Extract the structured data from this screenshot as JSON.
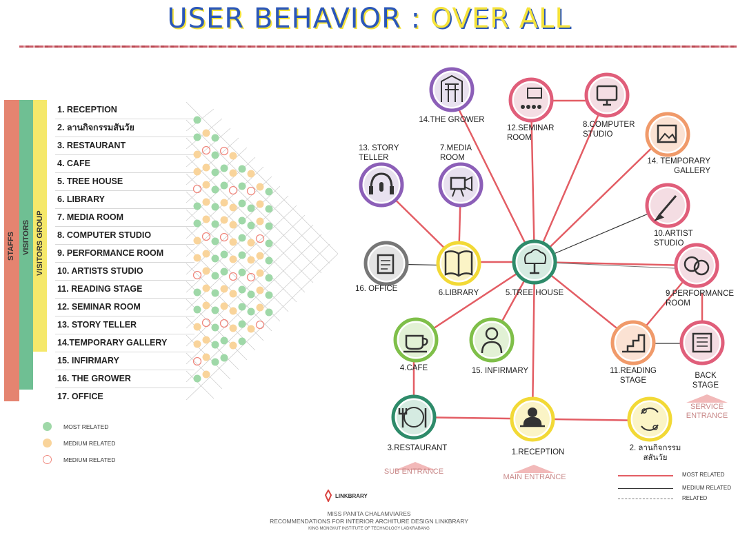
{
  "title": {
    "part1": "USER BEHAVIOR : ",
    "part2": "OVER ALL"
  },
  "groups": {
    "staffs": "STAFFS",
    "visitors": "VISITORS",
    "visitors_group": "VISITORS GROUP"
  },
  "rooms": [
    "1. RECEPTION",
    "2. ลานกิจกรรมสันวัย",
    "3. RESTAURANT",
    "4. CAFE",
    "5. TREE HOUSE",
    "6. LIBRARY",
    "7. MEDIA ROOM",
    "8. COMPUTER STUDIO",
    "9. PERFORMANCE ROOM",
    "10. ARTISTS STUDIO",
    "11. READING STAGE",
    "12. SEMINAR ROOM",
    "13. STORY TELLER",
    "14.TEMPORARY GALLERY",
    "15. INFIRMARY",
    "16. THE GROWER",
    "17. OFFICE"
  ],
  "legend_left": [
    "MOST RELATED",
    "MEDIUM RELATED",
    "MEDIUM RELATED"
  ],
  "legend_right": [
    "MOST RELATED",
    "MEDIUM RELATED",
    "RELATED"
  ],
  "nodes": {
    "grower": "14.THE GROWER",
    "seminar": "12.SEMINAR\nROOM",
    "computer": "8.COMPUTER\nSTUDIO",
    "temporary": "14. TEMPORARY\nGALLERY",
    "story": "13. STORY\nTELLER",
    "media": "7.MEDIA\nROOM",
    "artist": "10.ARTIST\nSTUDIO",
    "office": "16. OFFICE",
    "library": "6.LIBRARY",
    "treehouse": "5.TREE HOUSE",
    "performance": "9.PERFORMANCE\nROOM",
    "cafe": "4.CAFE",
    "infirmary": "15. INFIRMARY",
    "reading": "11.READING\nSTAGE",
    "backstage": "BACK\nSTAGE",
    "restaurant": "3.RESTAURANT",
    "reception": "1.RECEPTION",
    "activity": "2. ลานกิจกรรม\nสสันวัย"
  },
  "entrances": {
    "service": "SERVICE\nENTRANCE",
    "sub": "SUB ENTRANCE",
    "main": "MAIN ENTRANCE"
  },
  "brand": "LINKBRARY",
  "footer": {
    "line1": "MISS PANITA      CHALAMVIARES",
    "line2": "RECOMMENDATIONS FOR INTERIOR ARCHITURE DESIGN  LINKBRARY",
    "line3": "KING MONGKUT INSTITUTE OF TECHNOLOGY LADKRABANG"
  },
  "colors": {
    "most": "#e35d64",
    "medium": "#333333",
    "related": "#777777",
    "green_dot": "#9fd8a8",
    "orange_dot": "#f9d49b",
    "red_ring": "#f08a80",
    "purple": "#8c5fb8",
    "yellow": "#f2d936",
    "green": "#7fbf49",
    "teal": "#2e8b6a",
    "pink": "#e05e7a",
    "salmon": "#f09a6a"
  }
}
